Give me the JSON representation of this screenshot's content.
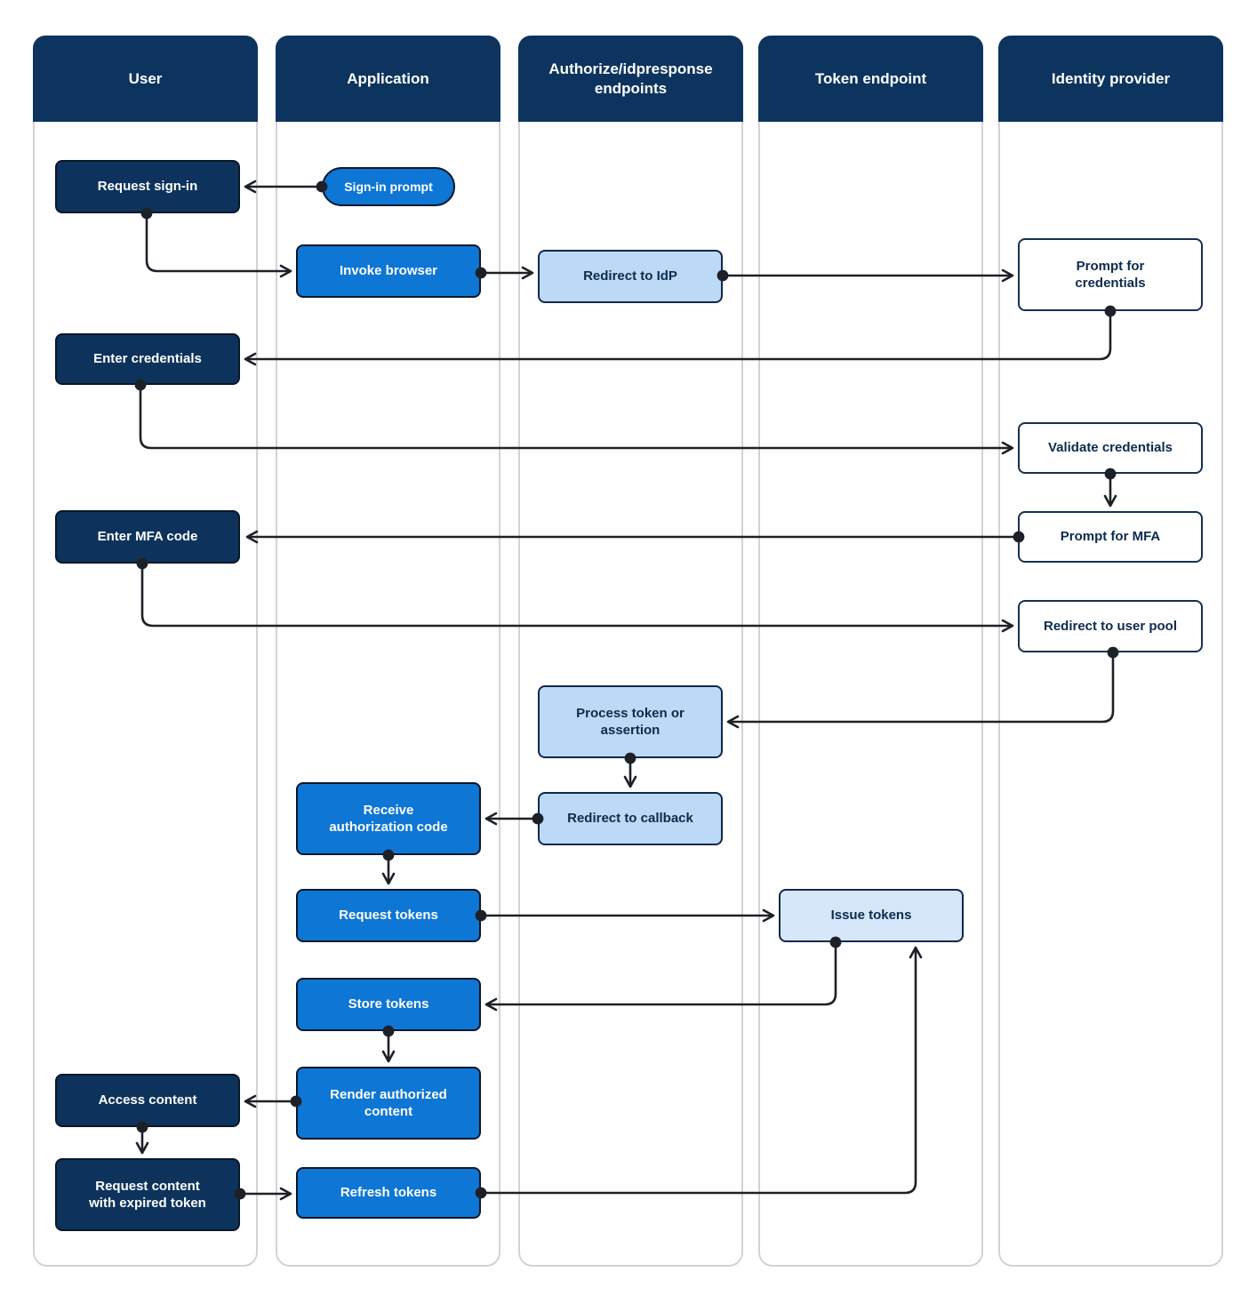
{
  "diagram": {
    "lanes": [
      {
        "title": "User"
      },
      {
        "title": "Application"
      },
      {
        "title": "Authorize/idpresponse endpoints"
      },
      {
        "title": "Token endpoint"
      },
      {
        "title": "Identity provider"
      }
    ],
    "nodes": {
      "request_sign_in": {
        "label": "Request sign-in",
        "lane": "User"
      },
      "enter_credentials": {
        "label": "Enter credentials",
        "lane": "User"
      },
      "enter_mfa_code": {
        "label": "Enter MFA code",
        "lane": "User"
      },
      "access_content": {
        "label": "Access content",
        "lane": "User"
      },
      "request_content_with_expired_token": {
        "label": "Request content with expired token",
        "lane": "User"
      },
      "sign_in_prompt": {
        "label": "Sign-in prompt",
        "lane": "Application"
      },
      "invoke_browser": {
        "label": "Invoke browser",
        "lane": "Application"
      },
      "receive_authorization_code": {
        "label": "Receive authorization code",
        "lane": "Application"
      },
      "request_tokens": {
        "label": "Request tokens",
        "lane": "Application"
      },
      "store_tokens": {
        "label": "Store tokens",
        "lane": "Application"
      },
      "render_authorized_content": {
        "label": "Render authorized content",
        "lane": "Application"
      },
      "refresh_tokens": {
        "label": "Refresh tokens",
        "lane": "Application"
      },
      "redirect_to_idp": {
        "label": "Redirect to IdP",
        "lane": "Authorize/idpresponse endpoints"
      },
      "process_token_or_assertion": {
        "label": "Process token or assertion",
        "lane": "Authorize/idpresponse endpoints"
      },
      "redirect_to_callback": {
        "label": "Redirect to callback",
        "lane": "Authorize/idpresponse endpoints"
      },
      "issue_tokens": {
        "label": "Issue tokens",
        "lane": "Token endpoint"
      },
      "prompt_for_credentials": {
        "label": "Prompt for credentials",
        "lane": "Identity provider"
      },
      "validate_credentials": {
        "label": "Validate credentials",
        "lane": "Identity provider"
      },
      "prompt_for_mfa": {
        "label": "Prompt for MFA",
        "lane": "Identity provider"
      },
      "redirect_to_user_pool": {
        "label": "Redirect to user pool",
        "lane": "Identity provider"
      }
    },
    "edges": [
      {
        "from": "sign_in_prompt",
        "to": "request_sign_in"
      },
      {
        "from": "request_sign_in",
        "to": "invoke_browser"
      },
      {
        "from": "invoke_browser",
        "to": "redirect_to_idp"
      },
      {
        "from": "redirect_to_idp",
        "to": "prompt_for_credentials"
      },
      {
        "from": "prompt_for_credentials",
        "to": "enter_credentials"
      },
      {
        "from": "enter_credentials",
        "to": "validate_credentials"
      },
      {
        "from": "validate_credentials",
        "to": "prompt_for_mfa"
      },
      {
        "from": "prompt_for_mfa",
        "to": "enter_mfa_code"
      },
      {
        "from": "enter_mfa_code",
        "to": "redirect_to_user_pool"
      },
      {
        "from": "redirect_to_user_pool",
        "to": "process_token_or_assertion"
      },
      {
        "from": "process_token_or_assertion",
        "to": "redirect_to_callback"
      },
      {
        "from": "redirect_to_callback",
        "to": "receive_authorization_code"
      },
      {
        "from": "receive_authorization_code",
        "to": "request_tokens"
      },
      {
        "from": "request_tokens",
        "to": "issue_tokens"
      },
      {
        "from": "issue_tokens",
        "to": "store_tokens"
      },
      {
        "from": "store_tokens",
        "to": "render_authorized_content"
      },
      {
        "from": "render_authorized_content",
        "to": "access_content"
      },
      {
        "from": "access_content",
        "to": "request_content_with_expired_token"
      },
      {
        "from": "request_content_with_expired_token",
        "to": "refresh_tokens"
      },
      {
        "from": "refresh_tokens",
        "to": "issue_tokens"
      }
    ],
    "colors": {
      "lane_header": "#0d345e",
      "dark_node": "#0d335c",
      "primary_node": "#0e76d4",
      "light_node": "#bcd9f5",
      "lighter_node": "#d5e7f8",
      "white_node": "#ffffff",
      "connector": "#1d2127",
      "lane_border": "#d3d3d6"
    }
  }
}
